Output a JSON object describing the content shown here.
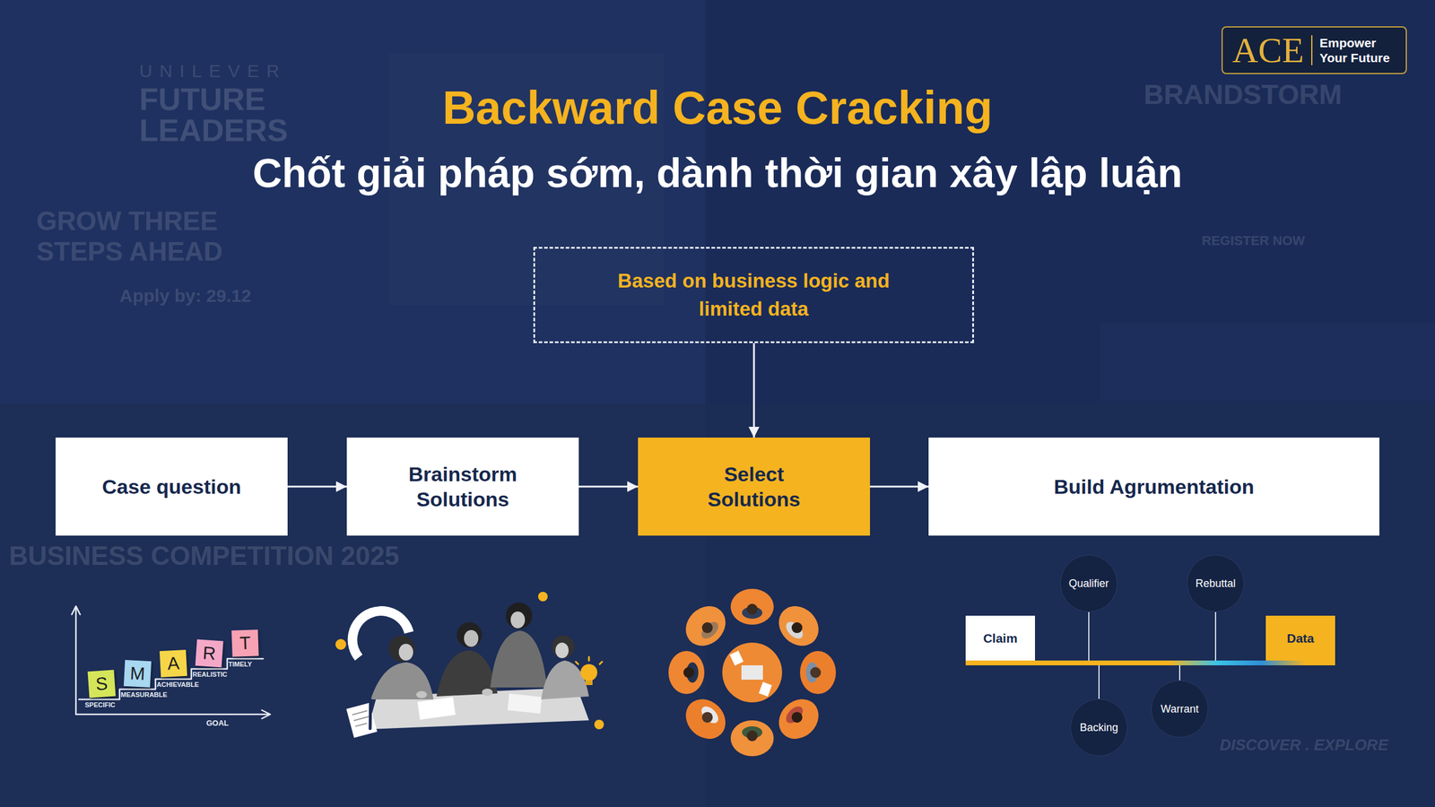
{
  "diagram": {
    "title": "Backward Case Cracking",
    "nodes": [
      {
        "text": [
          "ACE",
          "Empower Your Future"
        ]
      },
      {
        "text": [
          "Based on business logic and limited data"
        ]
      },
      {
        "text": [
          "Case question"
        ]
      },
      {
        "text": [
          "Brainstorm Solutions"
        ]
      },
      {
        "text": [
          "Select Solutions"
        ]
      },
      {
        "text": [
          "Build Agrumentation"
        ]
      },
      {
        "text": [
          "S"
        ]
      },
      {
        "text": [
          "M"
        ]
      },
      {
        "text": [
          "A"
        ]
      },
      {
        "text": [
          "R"
        ]
      },
      {
        "text": [
          "T"
        ]
      },
      {
        "text": [
          "Claim"
        ]
      },
      {
        "text": [
          "Qualifier"
        ]
      },
      {
        "text": [
          "Backing"
        ]
      },
      {
        "text": [
          "Warrant"
        ]
      },
      {
        "text": [
          "Rebuttal"
        ]
      },
      {
        "text": [
          "Data"
        ]
      }
    ],
    "edges": [
      {
        "from": 2,
        "to": 3,
        "arrow": "to"
      },
      {
        "from": 3,
        "to": 4,
        "arrow": "to"
      },
      {
        "from": 4,
        "to": 5,
        "arrow": "to"
      },
      {
        "from": 1,
        "to": 4,
        "arrow": "to"
      },
      {
        "from": 11,
        "to": 16,
        "arrow": "none"
      }
    ],
    "labels": [
      "Chốt giải pháp sớm, dành thời gian xây lập luận",
      "SPECIFIC",
      "MEASURABLE",
      "ACHIEVABLE",
      "REALISTIC",
      "TIMELY",
      "GOAL",
      "UNILEVER",
      "FUTURE LEADERS",
      "GROW THREE STEPS AHEAD",
      "Apply by: 29.12",
      "BRANDSTORM",
      "REGISTER NOW",
      "BUSINESS COMPETITION 2025",
      "DISCOVER . EXPLORE"
    ]
  }
}
